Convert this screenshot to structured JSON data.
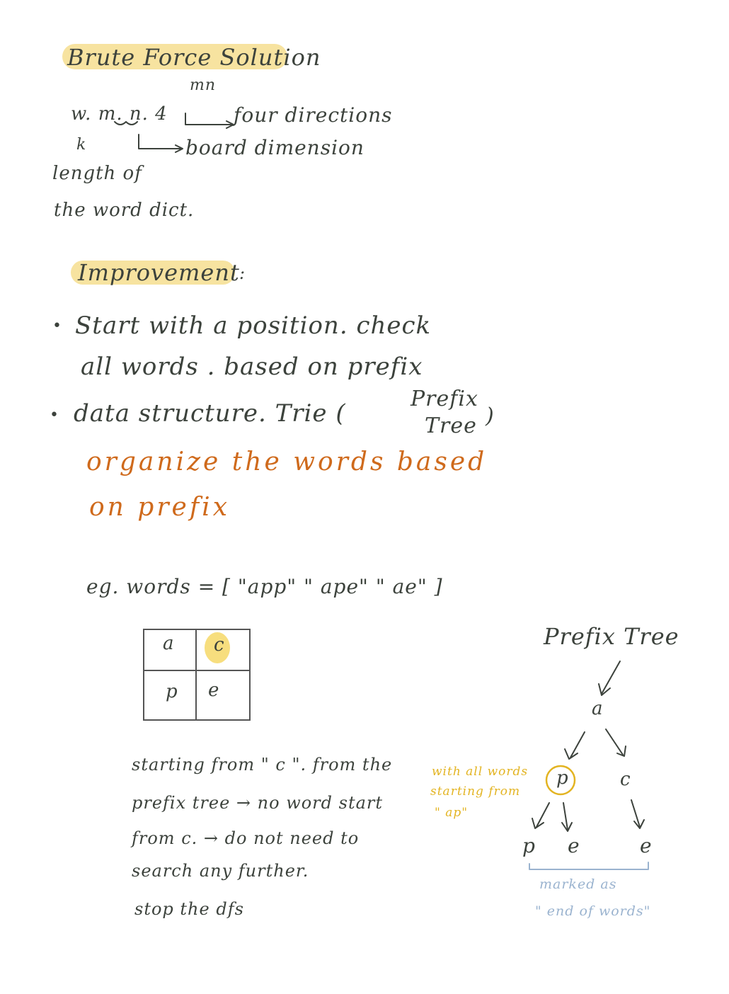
{
  "brute": {
    "title": "Brute Force Solution",
    "mn": "mn",
    "complexity": "w. m. n. 4",
    "four_dirs": "four directions",
    "k": "k",
    "board_dim": "board dimension",
    "len1": "length of",
    "len2": "the word dict."
  },
  "improvement": {
    "title": "Improvement",
    "colon": ":",
    "b1_line1": "Start with a position. check",
    "b1_line2": "all words . based on prefix",
    "b2_text": "data structure. Trie (",
    "b2_prefix": "Prefix",
    "b2_tree": "Tree",
    "b2_close": ")",
    "orange1": "organize the words based",
    "orange2": "on prefix"
  },
  "example": {
    "line": "eg. words = [ \"app\" \" ape\" \" ae\" ]",
    "grid": [
      [
        "a",
        "c"
      ],
      [
        "p",
        "e"
      ]
    ]
  },
  "notes": {
    "l1": "starting from \" c \". from the",
    "l2": "prefix tree → no word start",
    "l3": "from c. → do not need to",
    "l4": "search any further.",
    "l5": "stop the dfs"
  },
  "tree": {
    "title": "Prefix Tree",
    "root": "a",
    "n_p": "p",
    "n_c": "c",
    "l_p": "p",
    "l_e1": "e",
    "l_e2": "e",
    "yellow1": "with all words",
    "yellow2": "starting from",
    "yellow3": "\" ap\"",
    "blue1": "marked as",
    "blue2": "\" end of words\""
  },
  "colors": {
    "ink": "#3c423c",
    "orange": "#cf6a1c",
    "highlight": "#f7e3a0",
    "yellow": "#e3b422",
    "blue": "#9ab3cf"
  }
}
